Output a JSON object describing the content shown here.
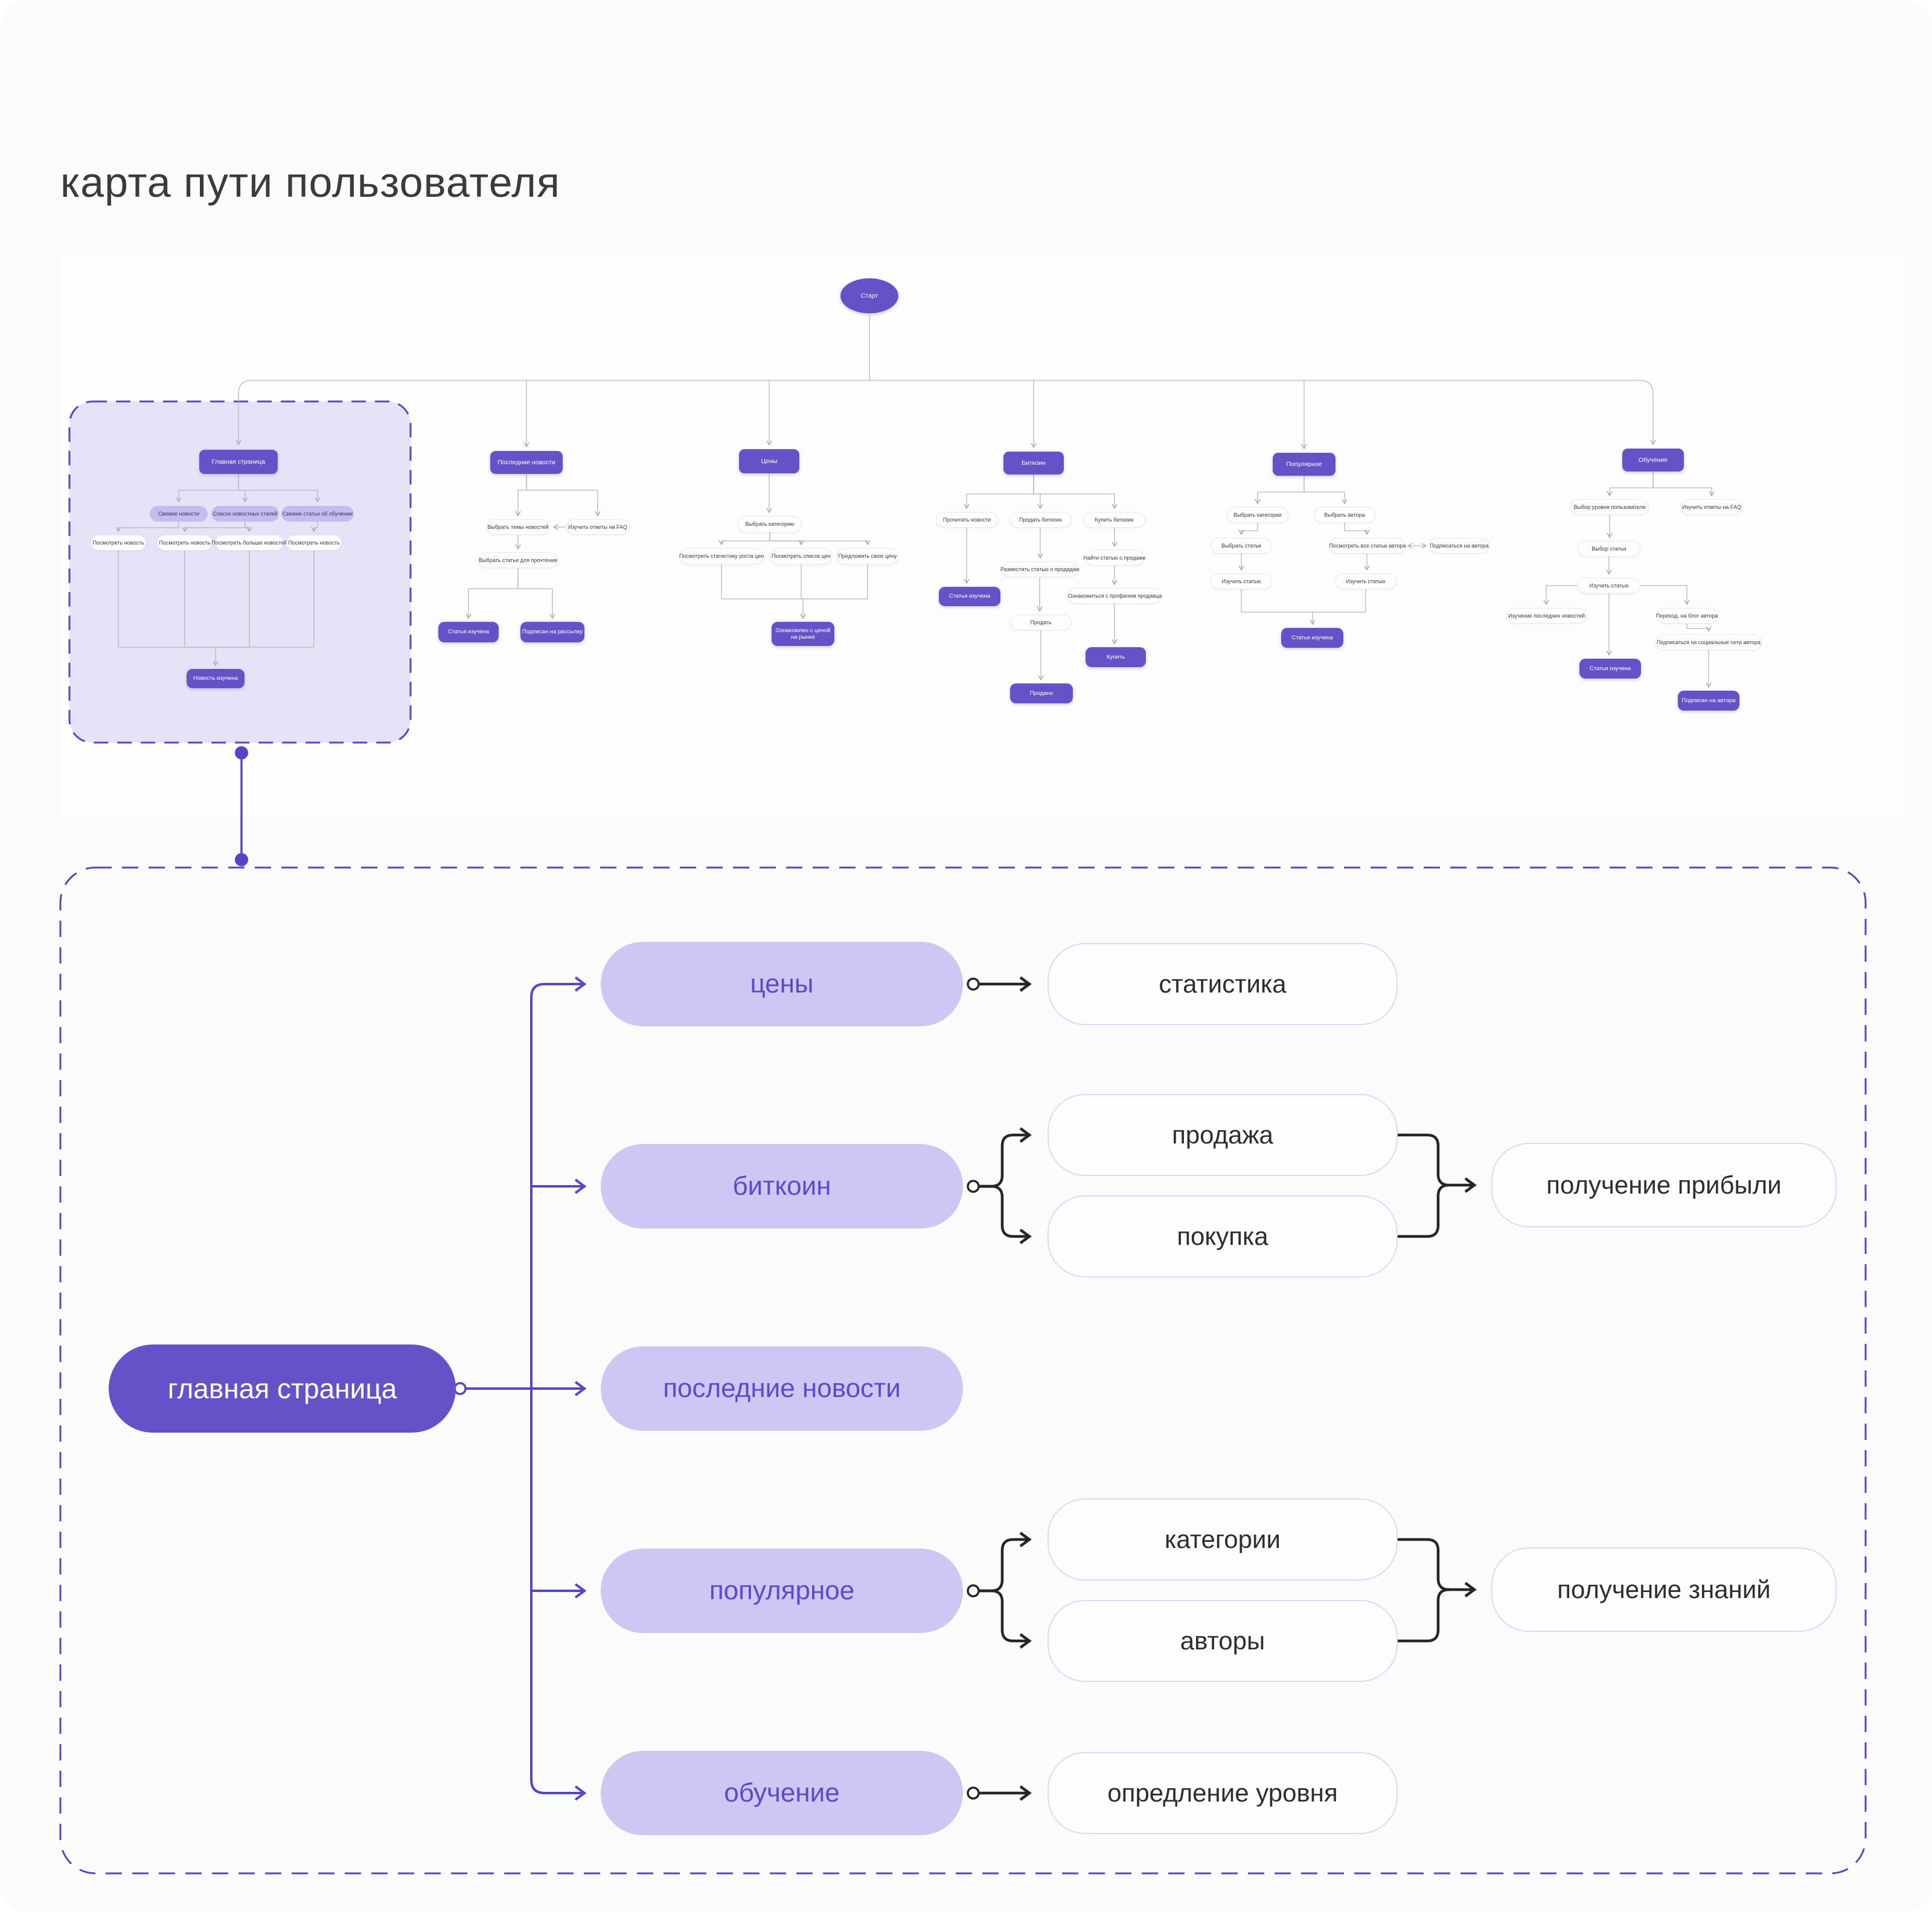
{
  "title": "карта пути пользователя",
  "colors": {
    "accent": "#5546c6",
    "node_dark": "#6453c8",
    "node_light_mini": "#c3bcef",
    "node_light_detail": "#cdc7f3",
    "dashed_fill": "#e6e3f8",
    "line_gray": "#b7b7b7",
    "line_black": "#262626",
    "background": "#fafbfb"
  },
  "minimap": {
    "start": "Старт",
    "trees": [
      {
        "name": "главная страница",
        "nodes": [
          {
            "label": "Главная страница"
          },
          {
            "label": "Свежие новости"
          },
          {
            "label": "Список новостных статей"
          },
          {
            "label": "Свежие статьи об обучении"
          },
          {
            "label": "Посмотреть новость"
          },
          {
            "label": "Посмотреть новость"
          },
          {
            "label": "Посмотреть больше новостей"
          },
          {
            "label": "Посмотреть новость"
          },
          {
            "label": "Новость изучена"
          }
        ]
      },
      {
        "name": "последние новости",
        "nodes": [
          {
            "label": "Последние новости"
          },
          {
            "label": "Выбрать темы новостей"
          },
          {
            "label": "Изучить ответы на FAQ"
          },
          {
            "label": "Выбрать статьи для прочтения"
          },
          {
            "label": "Статья изучена"
          },
          {
            "label": "Подписан на рассылку"
          }
        ]
      },
      {
        "name": "цены",
        "nodes": [
          {
            "label": "Цены"
          },
          {
            "label": "Выбрать категорию"
          },
          {
            "label": "Посмотреть статистику роста цен"
          },
          {
            "label": "Посмотреть список цен"
          },
          {
            "label": "Предложить свою цену"
          },
          {
            "label": "Ознакомлен с ценой на рынке"
          }
        ]
      },
      {
        "name": "биткоин",
        "nodes": [
          {
            "label": "Биткоин"
          },
          {
            "label": "Прочитать новости"
          },
          {
            "label": "Продать биткоин"
          },
          {
            "label": "Купить биткоин"
          },
          {
            "label": "Найти статью о продаже"
          },
          {
            "label": "Разместить статью о продадже"
          },
          {
            "label": "Статья изучена"
          },
          {
            "label": "Ознакомиться с профилем продавца"
          },
          {
            "label": "Продать"
          },
          {
            "label": "Купить"
          },
          {
            "label": "Продано"
          }
        ]
      },
      {
        "name": "популярное",
        "nodes": [
          {
            "label": "Популярное"
          },
          {
            "label": "Выбрать категории"
          },
          {
            "label": "Выбрать автора"
          },
          {
            "label": "Выбрать статьи"
          },
          {
            "label": "Посмотреть все статьи автора"
          },
          {
            "label": "Подписаться на автора"
          },
          {
            "label": "Изучить статью"
          },
          {
            "label": "Изучить статью"
          },
          {
            "label": "Статья изучена"
          }
        ]
      },
      {
        "name": "обучение",
        "nodes": [
          {
            "label": "Обучение"
          },
          {
            "label": "Выбор уровня пользователя"
          },
          {
            "label": "Изучить ответы на FAQ"
          },
          {
            "label": "Выбор статьи"
          },
          {
            "label": "Изучить статью"
          },
          {
            "label": "Изучение последних новостей"
          },
          {
            "label": "Переход, на блог автора"
          },
          {
            "label": "Подписаться на социальные сети автора"
          },
          {
            "label": "Статья изучена"
          },
          {
            "label": "Подписан на автора"
          }
        ]
      }
    ]
  },
  "detail": {
    "root": "главная страница",
    "branches": [
      {
        "label": "цены"
      },
      {
        "label": "биткоин"
      },
      {
        "label": "последние новости"
      },
      {
        "label": "популярное"
      },
      {
        "label": "обучение"
      }
    ],
    "subs": [
      {
        "label": "статистика"
      },
      {
        "label": "продажа"
      },
      {
        "label": "покупка"
      },
      {
        "label": "категории"
      },
      {
        "label": "авторы"
      },
      {
        "label": "опредление уровня"
      }
    ],
    "outcomes": [
      {
        "label": "получение прибыли"
      },
      {
        "label": "получение знаний"
      }
    ]
  }
}
